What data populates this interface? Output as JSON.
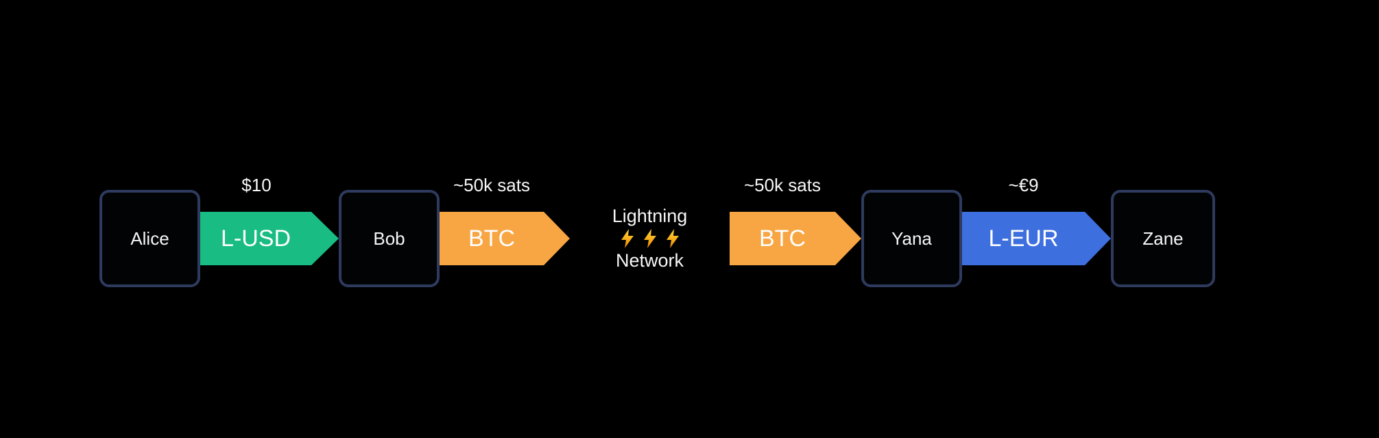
{
  "canvas": {
    "background": "#000000",
    "node_border_color": "#2e3b5e",
    "text_color": "#f7f7f7"
  },
  "nodes": [
    {
      "label": "Alice"
    },
    {
      "label": "Bob"
    },
    {
      "label": "Yana"
    },
    {
      "label": "Zane"
    }
  ],
  "arrows": [
    {
      "label": "L-USD",
      "amount": "$10",
      "color": "#19bc83",
      "direction": "right"
    },
    {
      "label": "BTC",
      "amount": "~50k sats",
      "color": "#f8a543",
      "direction": "right"
    },
    {
      "label": "BTC",
      "amount": "~50k sats",
      "color": "#f8a543",
      "direction": "right"
    },
    {
      "label": "L-EUR",
      "amount": "~€9",
      "color": "#3d6fdf",
      "direction": "right"
    }
  ],
  "hub": {
    "line_top": "Lightning",
    "line_bottom": "Network",
    "bolts": "⚡ ⚡ ⚡",
    "bolt_color_top": "#ffd43b",
    "bolt_color_bottom": "#f08c00"
  }
}
